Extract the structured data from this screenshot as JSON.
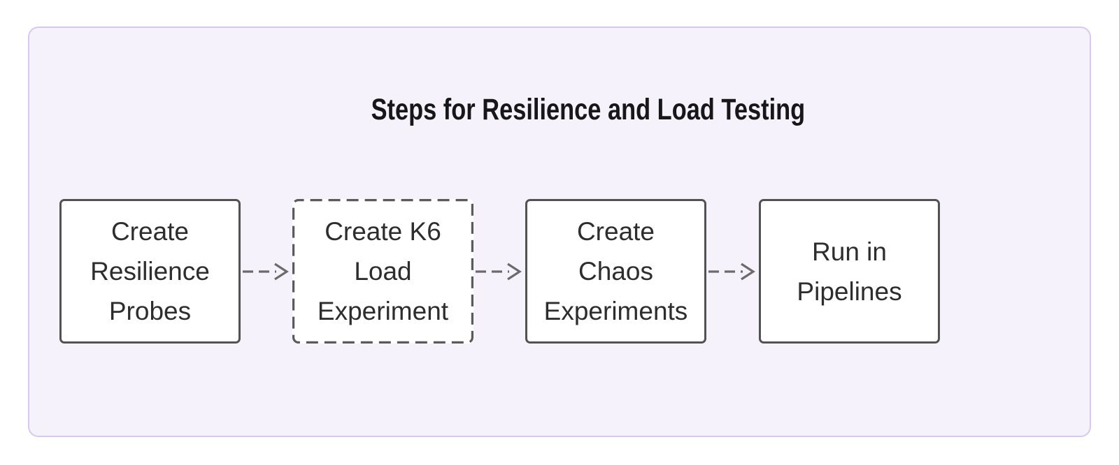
{
  "title": {
    "text": "Steps for Resilience and Load Testing",
    "color": "#17171a"
  },
  "panel": {
    "background": "#f5f2fc",
    "border_color": "#d8c8f1"
  },
  "flow": {
    "type": "flowchart-left-to-right",
    "nodes": [
      {
        "label": "Create\nResilience\nProbes",
        "border_style": "solid"
      },
      {
        "label": "Create K6\nLoad\nExperiment",
        "border_style": "dashed"
      },
      {
        "label": "Create\nChaos\nExperiments",
        "border_style": "solid"
      },
      {
        "label": "Run in\nPipelines",
        "border_style": "solid"
      }
    ],
    "connectors": [
      {
        "from": "Create Resilience Probes",
        "to": "Create K6 Load Experiment",
        "style": "dashed-arrow"
      },
      {
        "from": "Create K6 Load Experiment",
        "to": "Create Chaos Experiments",
        "style": "dashed-arrow"
      },
      {
        "from": "Create Chaos Experiments",
        "to": "Run in Pipelines",
        "style": "dashed-arrow"
      }
    ],
    "colors": {
      "node_background": "#ffffff",
      "node_border": "#525252",
      "node_text": "#2d2d2d",
      "arrow": "#6b6b6b"
    }
  }
}
